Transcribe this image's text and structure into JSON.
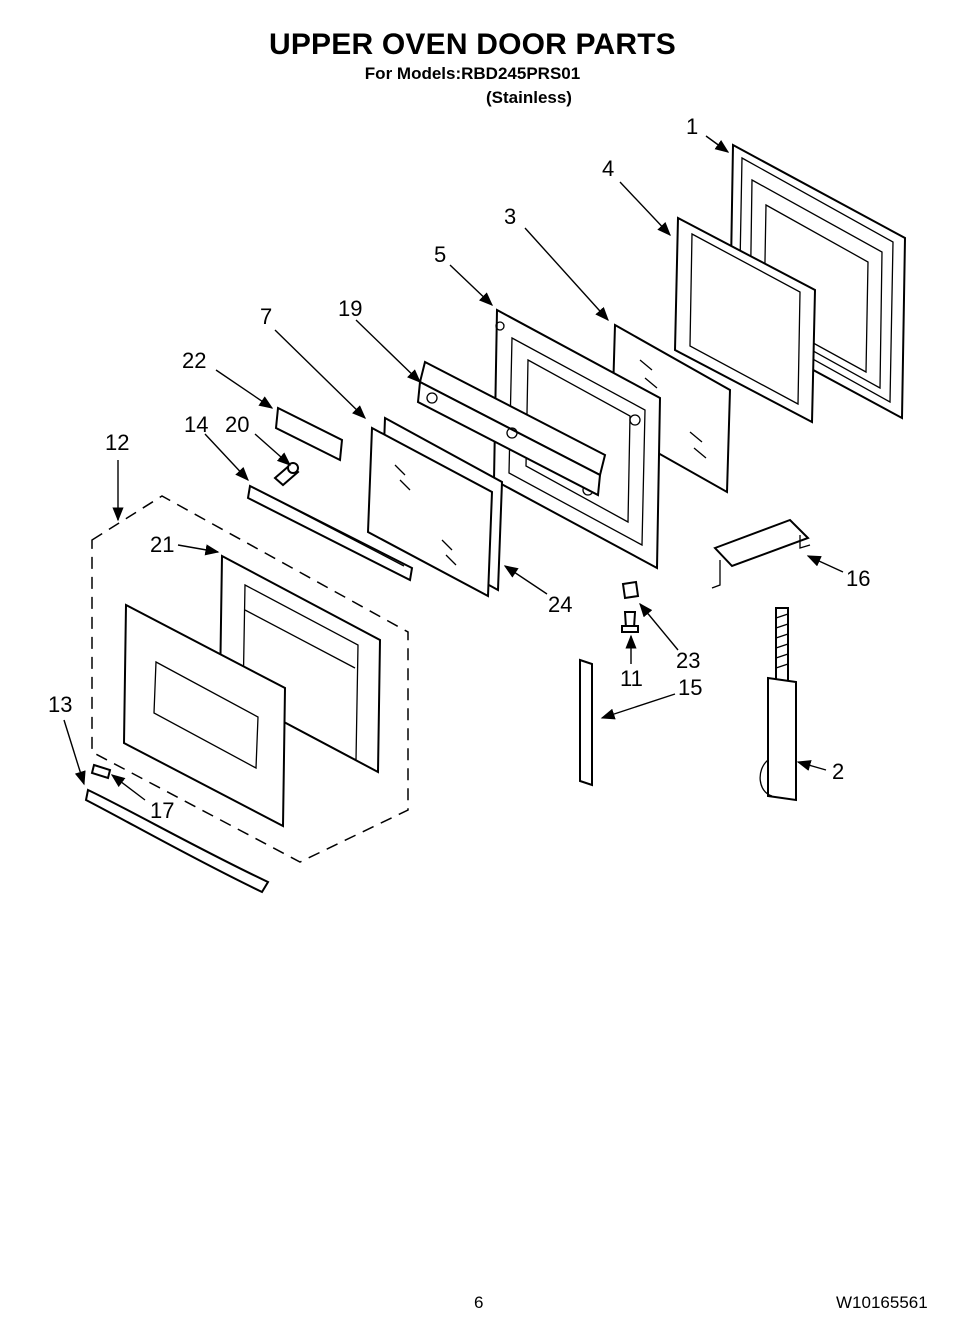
{
  "header": {
    "title": "UPPER OVEN DOOR PARTS",
    "models_line": "For Models:RBD245PRS01",
    "variant": "(Stainless)"
  },
  "footer": {
    "page_number": "6",
    "document_number": "W10165561"
  },
  "callouts": {
    "c1": "1",
    "c2": "2",
    "c3": "3",
    "c4": "4",
    "c5": "5",
    "c7": "7",
    "c11": "11",
    "c12": "12",
    "c13": "13",
    "c14": "14",
    "c15": "15",
    "c16": "16",
    "c17": "17",
    "c19": "19",
    "c20": "20",
    "c21": "21",
    "c22": "22",
    "c23": "23",
    "c24": "24"
  }
}
